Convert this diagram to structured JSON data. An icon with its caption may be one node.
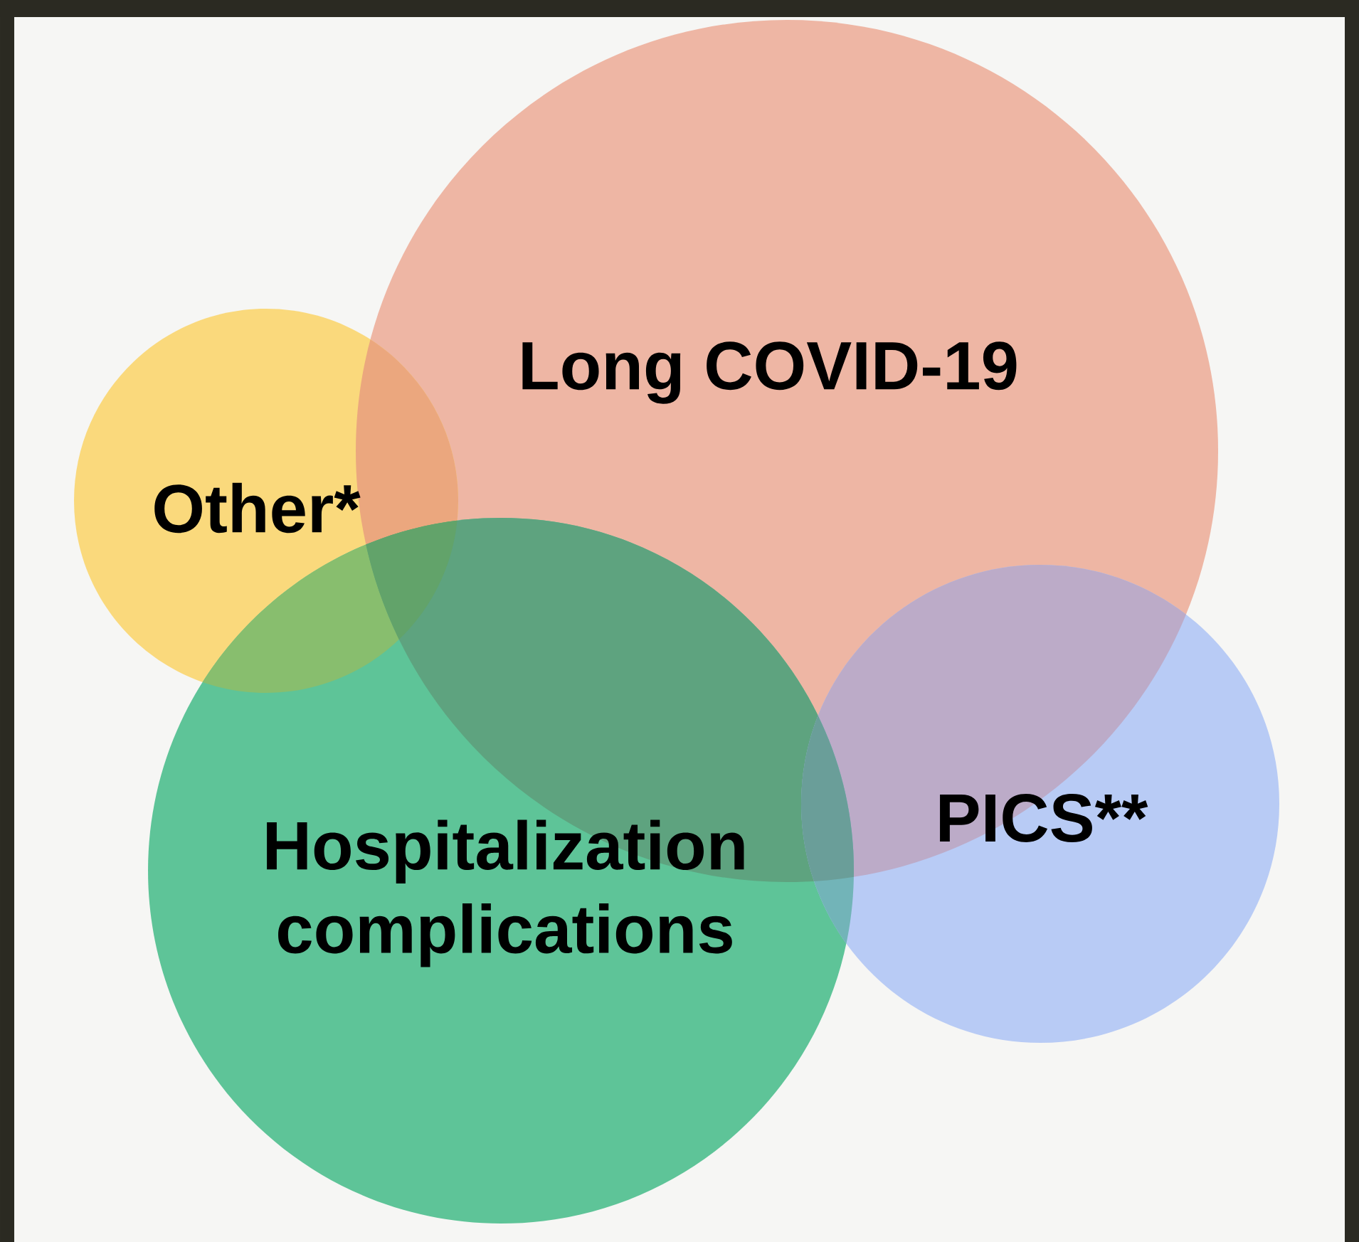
{
  "diagram": {
    "nodes": [
      {
        "text": [
          "Long COVID-19"
        ]
      },
      {
        "text": [
          "Other*"
        ]
      },
      {
        "text": [
          "Hospitalization complications"
        ]
      },
      {
        "text": [
          "PICS**"
        ]
      }
    ]
  }
}
